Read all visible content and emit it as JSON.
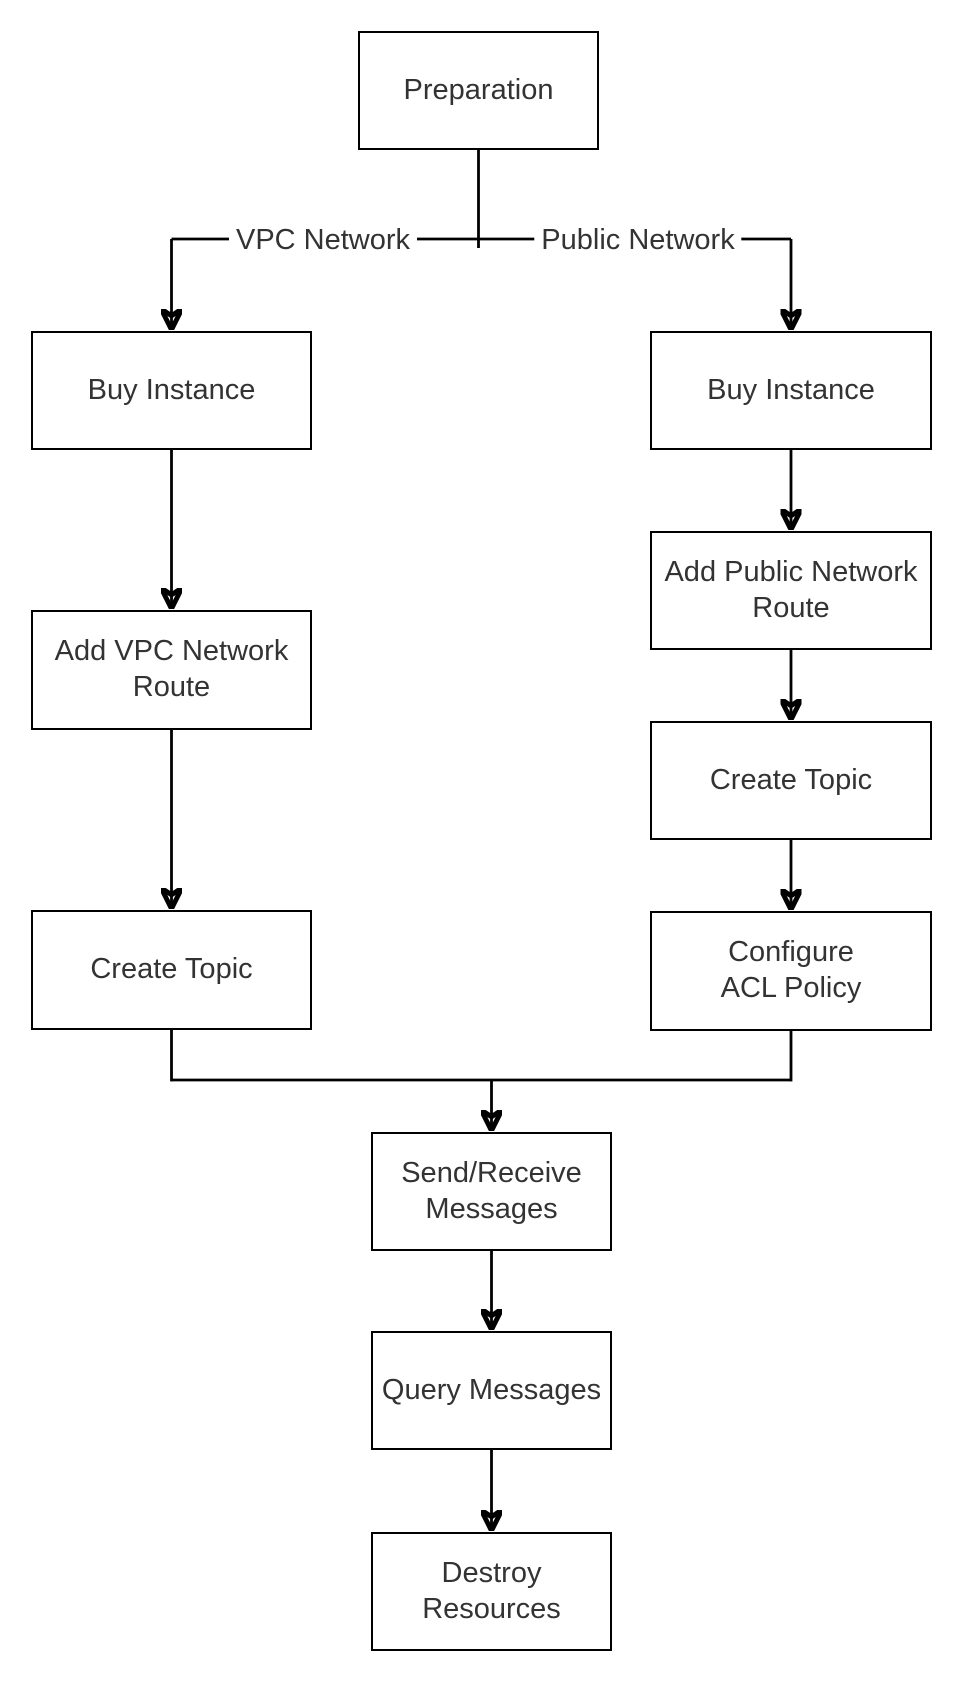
{
  "diagram": {
    "type": "flowchart",
    "direction": "top-down",
    "nodes": {
      "preparation": "Preparation",
      "buy_instance_vpc": "Buy Instance",
      "add_vpc_network_route": "Add VPC Network\nRoute",
      "create_topic_vpc": "Create Topic",
      "buy_instance_public": "Buy Instance",
      "add_public_network_route": "Add Public Network\nRoute",
      "create_topic_public": "Create Topic",
      "configure_acl_policy": "Configure\nACL Policy",
      "send_receive_messages": "Send/Receive\nMessages",
      "query_messages": "Query Messages",
      "destroy_resources": "Destroy\nResources"
    },
    "edge_labels": {
      "vpc": "VPC Network",
      "public": "Public Network"
    },
    "edges": [
      {
        "from": "preparation",
        "to": "buy_instance_vpc",
        "label": "VPC Network"
      },
      {
        "from": "preparation",
        "to": "buy_instance_public",
        "label": "Public Network"
      },
      {
        "from": "buy_instance_vpc",
        "to": "add_vpc_network_route",
        "label": ""
      },
      {
        "from": "add_vpc_network_route",
        "to": "create_topic_vpc",
        "label": ""
      },
      {
        "from": "buy_instance_public",
        "to": "add_public_network_route",
        "label": ""
      },
      {
        "from": "add_public_network_route",
        "to": "create_topic_public",
        "label": ""
      },
      {
        "from": "create_topic_public",
        "to": "configure_acl_policy",
        "label": ""
      },
      {
        "from": "create_topic_vpc",
        "to": "send_receive_messages",
        "label": ""
      },
      {
        "from": "configure_acl_policy",
        "to": "send_receive_messages",
        "label": ""
      },
      {
        "from": "send_receive_messages",
        "to": "query_messages",
        "label": ""
      },
      {
        "from": "query_messages",
        "to": "destroy_resources",
        "label": ""
      }
    ],
    "colors": {
      "background": "#ffffff",
      "node_fill": "#ffffff",
      "node_border": "#000000",
      "connector": "#000000",
      "text": "#333333"
    }
  }
}
